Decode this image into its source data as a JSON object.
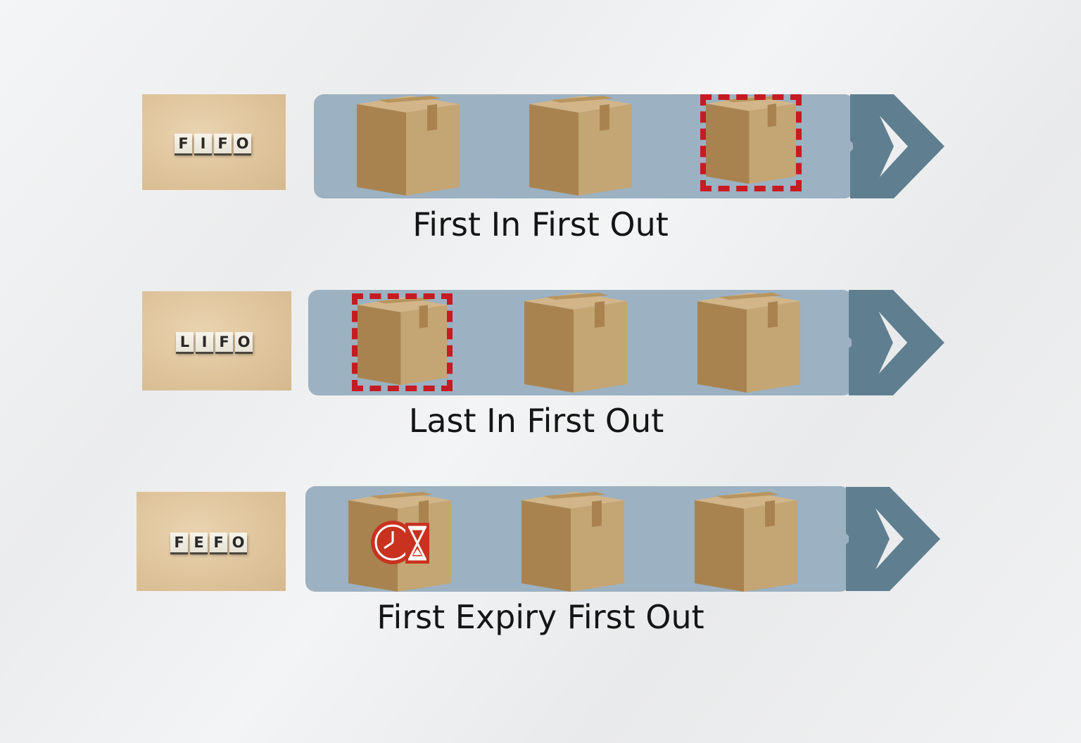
{
  "colors": {
    "belt": "#9cb1c1",
    "chevron": "#5f7f90",
    "box_front": "#c4a574",
    "box_side": "#a9834f",
    "highlight": "#c61b22",
    "caption": "#151515"
  },
  "rows": [
    {
      "tiles": [
        "F",
        "I",
        "F",
        "O"
      ],
      "caption": "First In First Out",
      "highlighted_box": 3,
      "boxes": [
        1,
        2,
        3
      ]
    },
    {
      "tiles": [
        "L",
        "I",
        "F",
        "O"
      ],
      "caption": "Last In First Out",
      "highlighted_box": 1,
      "boxes": [
        1,
        2,
        3
      ]
    },
    {
      "tiles": [
        "F",
        "E",
        "F",
        "O"
      ],
      "caption": "First Expiry First Out",
      "expiry_box": 1,
      "expiry_icon": "clock-hourglass-icon",
      "boxes": [
        1,
        2,
        3
      ]
    }
  ]
}
